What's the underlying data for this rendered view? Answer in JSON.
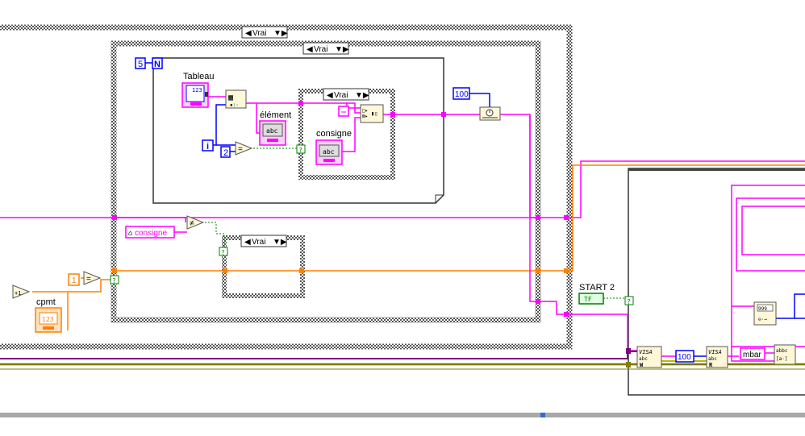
{
  "diagram": {
    "case_selectors": [
      {
        "id": "outer",
        "label": "Vrai"
      },
      {
        "id": "inner",
        "label": "Vrai"
      },
      {
        "id": "nested",
        "label": "Vrai"
      },
      {
        "id": "lower",
        "label": "Vrai"
      }
    ],
    "loop_count_terminal": "N",
    "loop_count_value": "5",
    "iteration_terminal": "i",
    "labels": {
      "tableau": "Tableau",
      "element": "élément",
      "consigne": "consigne",
      "cpmt": "cpmt",
      "start2": "START 2"
    },
    "constants": {
      "c2": "2",
      "c1": "1",
      "c100a": "100",
      "c100b": "100",
      "mbar": "mbar"
    },
    "local_variable": "consigne",
    "indicators": {
      "tableau_type": "123",
      "element_type": "abc",
      "consigne_type": "abc",
      "cpmt_type": "123",
      "start2_type": "TF"
    },
    "visa_nodes": [
      {
        "id": "visa-write",
        "text": "VISA",
        "mode": "W"
      },
      {
        "id": "visa-read",
        "text": "VISA",
        "mode": "R"
      }
    ],
    "increment_label": "+1",
    "equal_symbol": "=",
    "colors": {
      "string_wire": "#ff00ff",
      "numeric_wire_orange": "#ff8000",
      "numeric_wire_blue": "#0000ff",
      "bool_wire": "#008000",
      "error_wire": "#c8c800",
      "structure_border": "#444444"
    }
  }
}
